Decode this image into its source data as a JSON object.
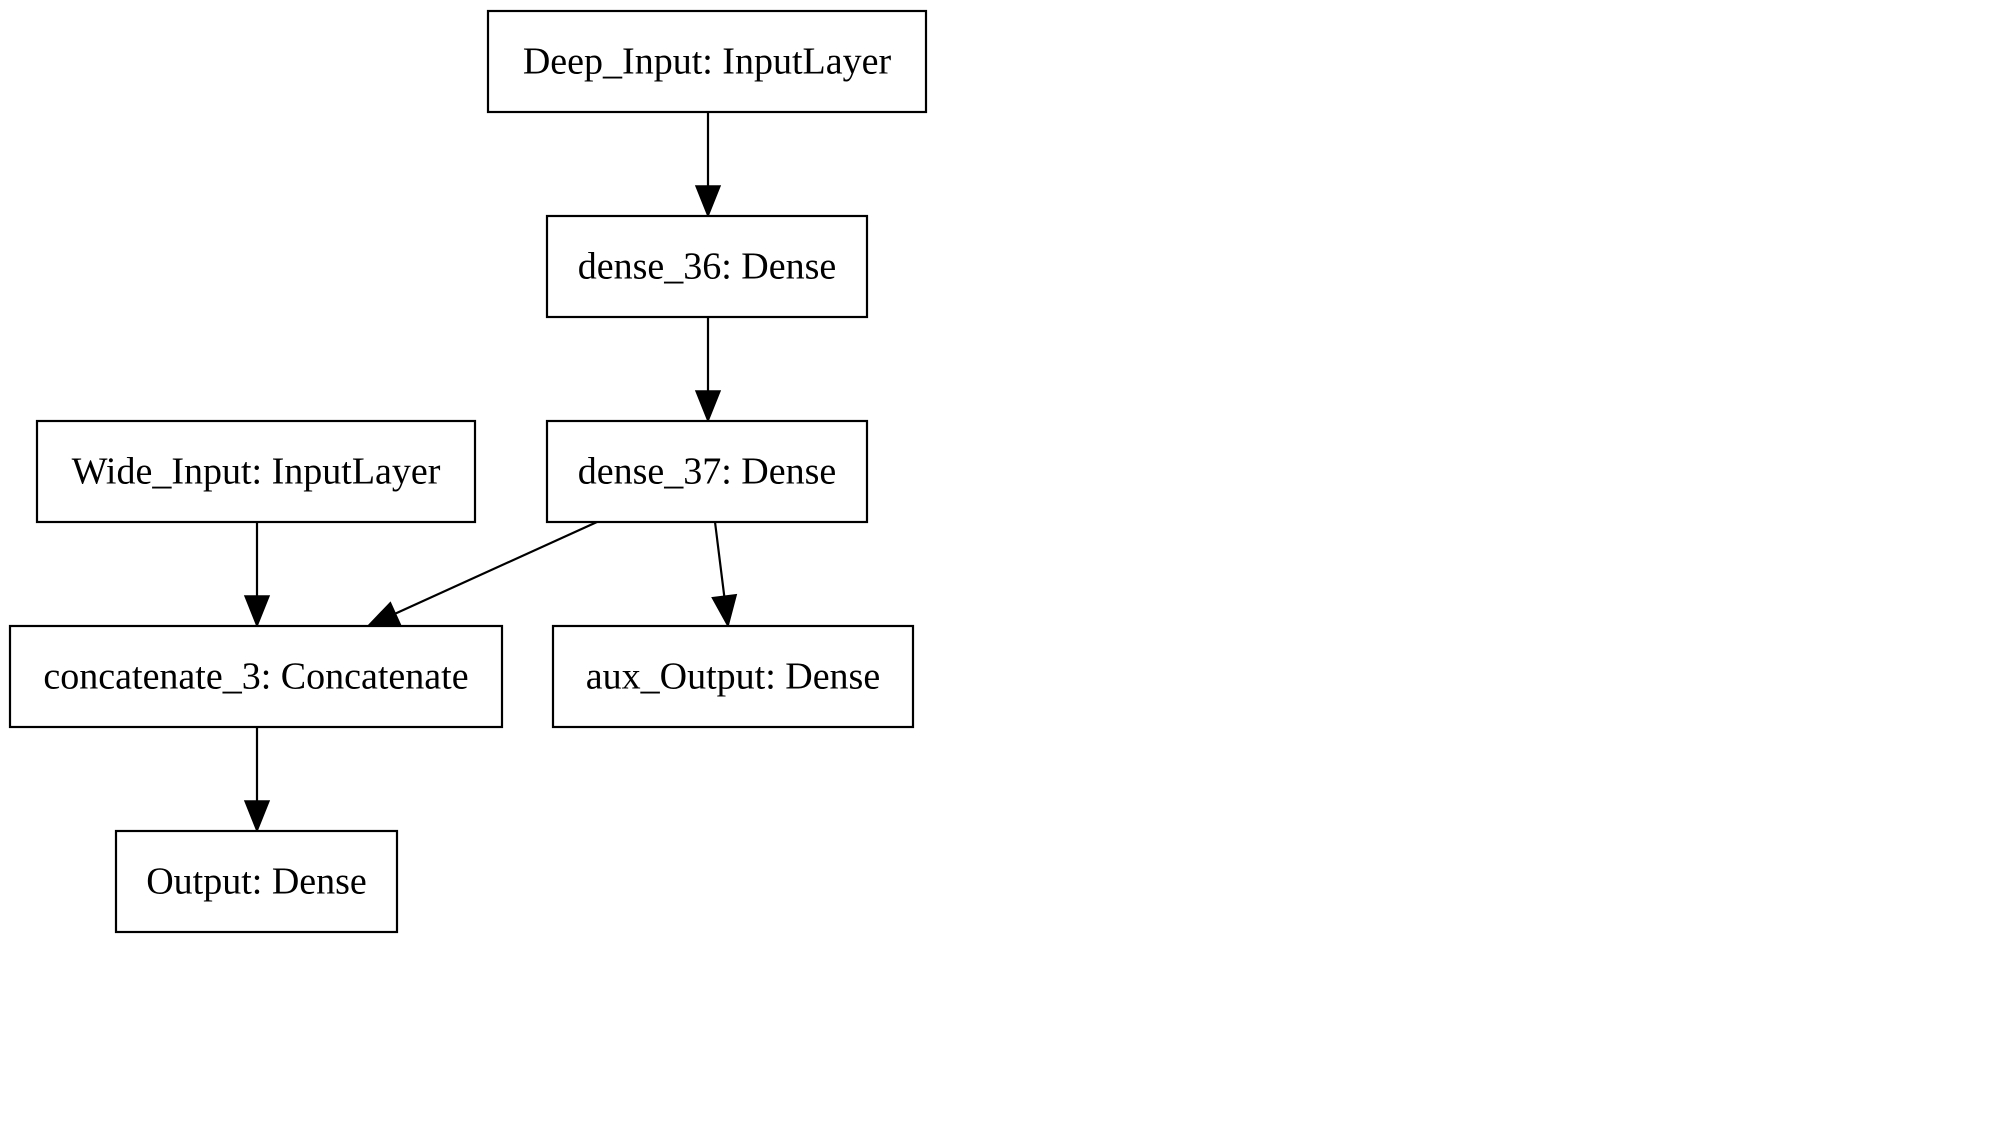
{
  "diagram": {
    "nodes": [
      {
        "id": "deep_input",
        "label": "Deep_Input: InputLayer"
      },
      {
        "id": "dense_36",
        "label": "dense_36: Dense"
      },
      {
        "id": "wide_input",
        "label": "Wide_Input: InputLayer"
      },
      {
        "id": "dense_37",
        "label": "dense_37: Dense"
      },
      {
        "id": "concatenate_3",
        "label": "concatenate_3: Concatenate"
      },
      {
        "id": "aux_output",
        "label": "aux_Output: Dense"
      },
      {
        "id": "output",
        "label": "Output: Dense"
      }
    ],
    "edges": [
      {
        "from": "deep_input",
        "to": "dense_36"
      },
      {
        "from": "dense_36",
        "to": "dense_37"
      },
      {
        "from": "wide_input",
        "to": "concatenate_3"
      },
      {
        "from": "dense_37",
        "to": "concatenate_3"
      },
      {
        "from": "dense_37",
        "to": "aux_output"
      },
      {
        "from": "concatenate_3",
        "to": "output"
      }
    ]
  }
}
